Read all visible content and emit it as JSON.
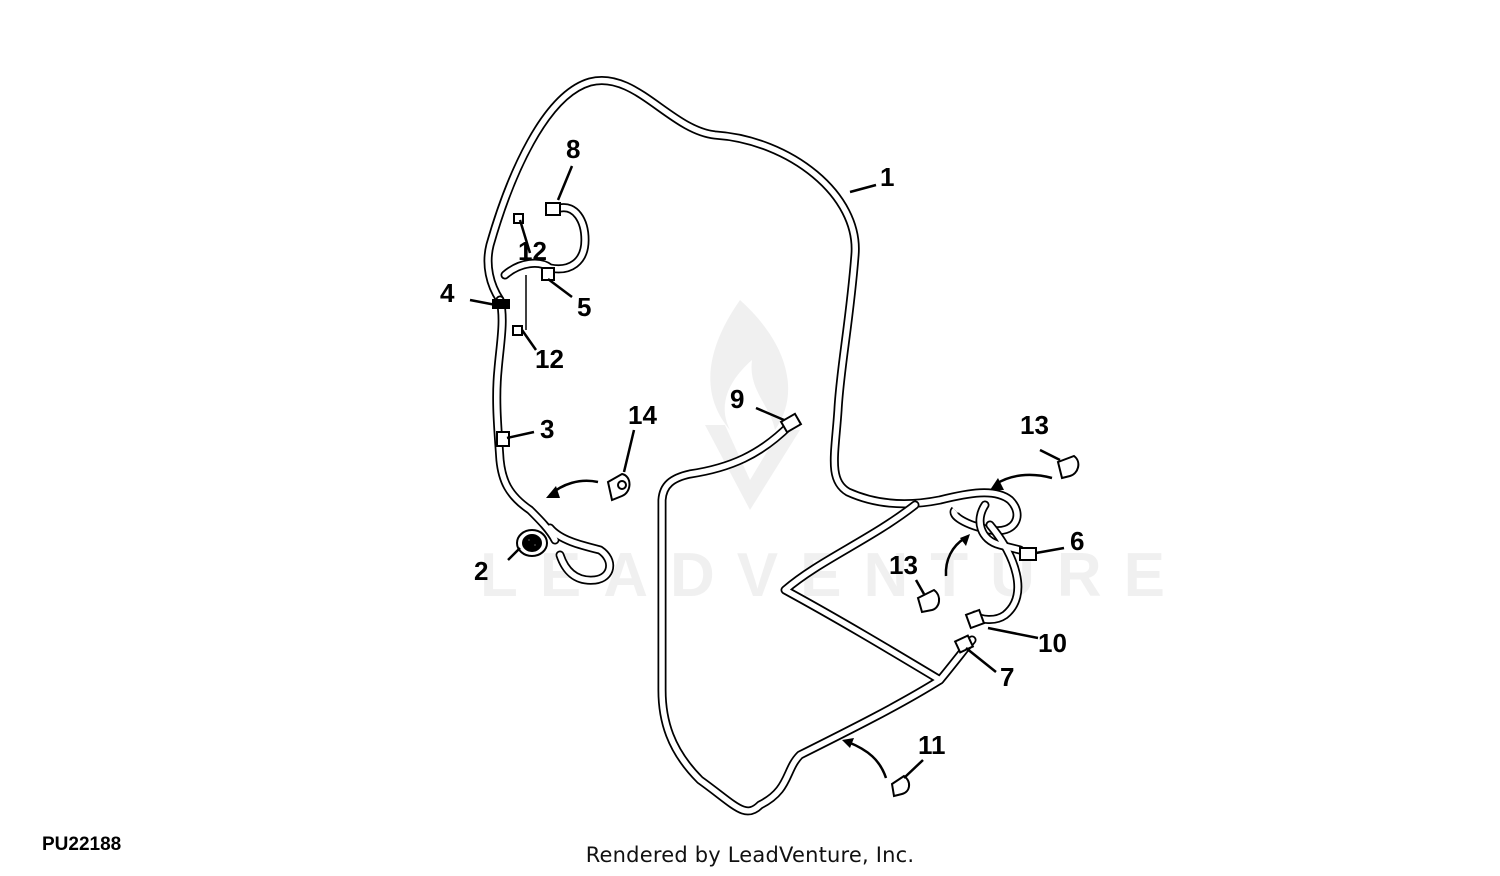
{
  "figure_id": "PU22188",
  "credit": "Rendered by LeadVenture, Inc.",
  "watermark": "LEADVENTURE",
  "callouts": [
    "1",
    "2",
    "3",
    "4",
    "5",
    "6",
    "7",
    "8",
    "9",
    "10",
    "11",
    "12",
    "12",
    "13",
    "13",
    "14"
  ],
  "colors": {
    "line": "#000000",
    "wire_fill": "#ffffff",
    "background": "#ffffff",
    "watermark": "#e8e8e8"
  },
  "icons": [
    "flame-watermark-icon",
    "harness-connector-icon",
    "clamp-icon",
    "arrow-icon"
  ]
}
